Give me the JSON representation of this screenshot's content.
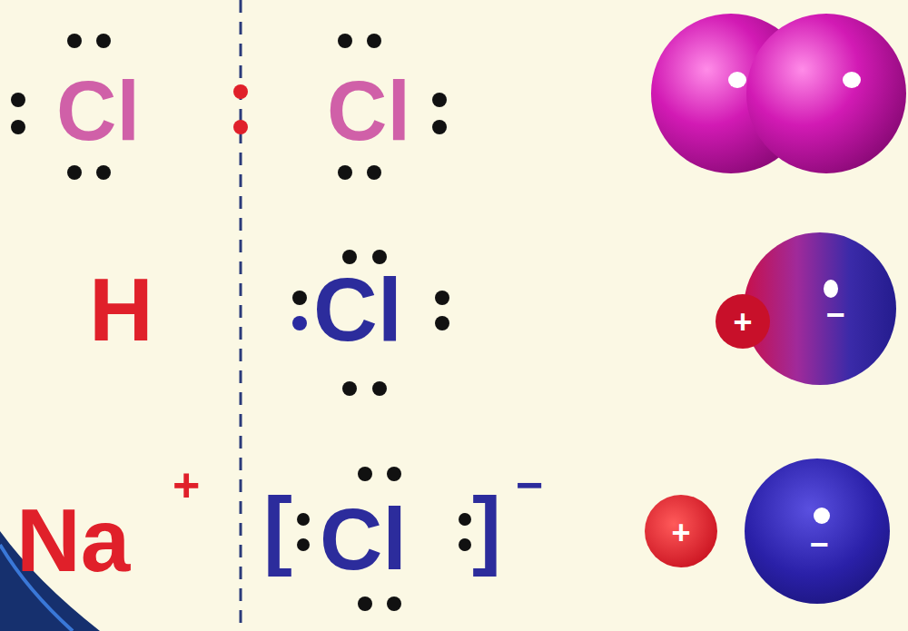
{
  "diagram": {
    "nodes": [
      {
        "text": [
          "+",
          "−"
        ]
      },
      {
        "text": [
          "+"
        ]
      },
      {
        "text": [
          "−"
        ]
      }
    ],
    "labels": [
      "Cl",
      "Cl",
      "H",
      "Cl",
      "Na",
      "+",
      "[",
      "Cl",
      "]",
      "−"
    ]
  }
}
